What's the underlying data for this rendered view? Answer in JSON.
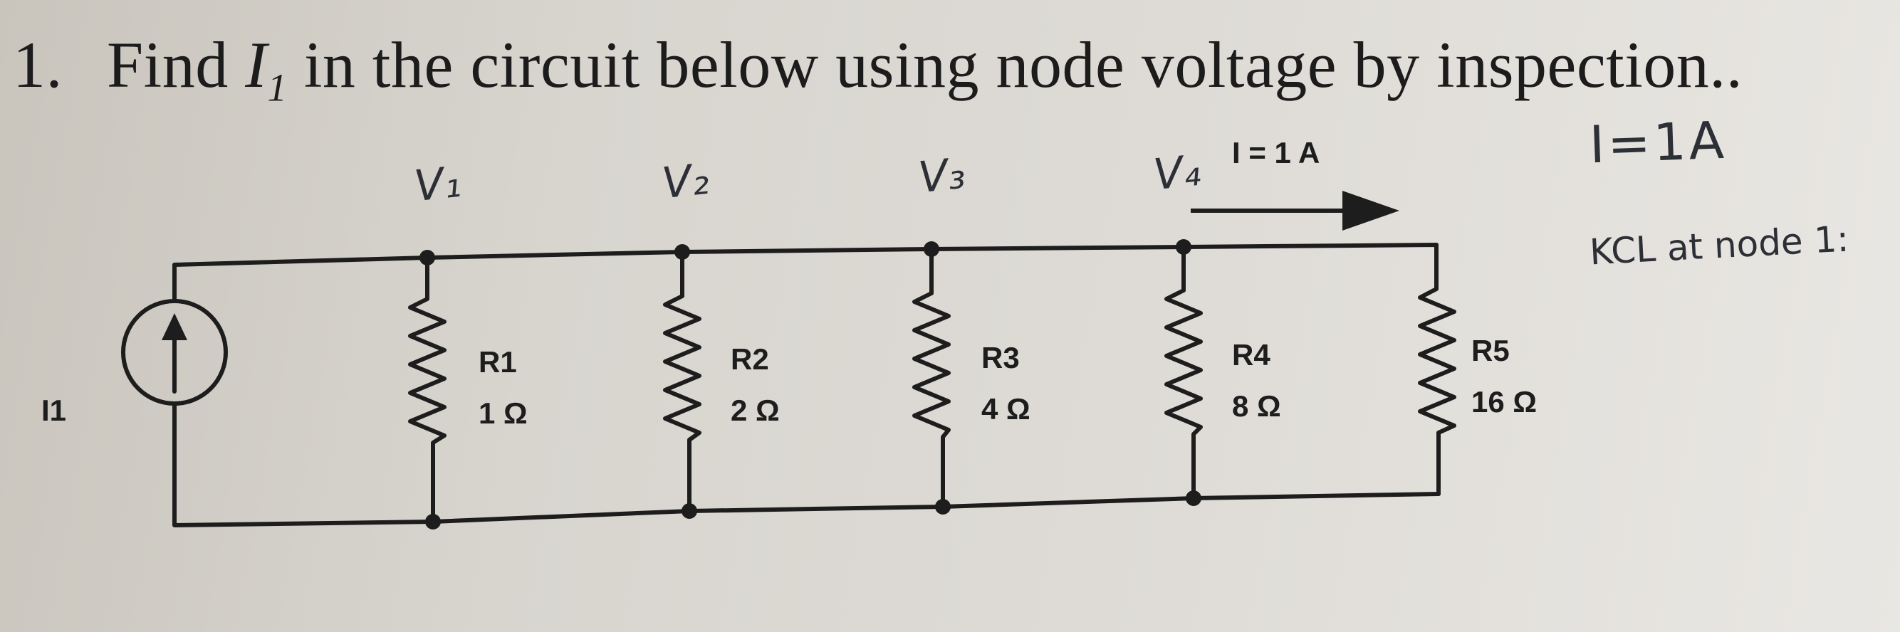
{
  "problem": {
    "number": "1.",
    "text_before": "Find ",
    "var_main": "I",
    "var_sub": "1",
    "text_after": " in the circuit below using node voltage by inspection.."
  },
  "circuit": {
    "source": {
      "name": "I1"
    },
    "current_arrow_label": "I = 1 A",
    "resistors": [
      {
        "name": "R1",
        "value": "1 Ω"
      },
      {
        "name": "R2",
        "value": "2 Ω"
      },
      {
        "name": "R3",
        "value": "4 Ω"
      },
      {
        "name": "R4",
        "value": "8 Ω"
      },
      {
        "name": "R5",
        "value": "16 Ω"
      }
    ]
  },
  "handwriting": {
    "node_labels": [
      "V₁",
      "V₂",
      "V₃",
      "V₄"
    ],
    "answer": "I=1A",
    "kcl_note": "KCL at node 1:"
  },
  "colors": {
    "ink": "#1d1d1d",
    "pencil": "#2d2f36"
  }
}
